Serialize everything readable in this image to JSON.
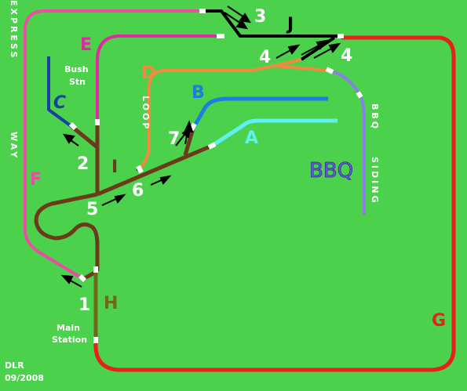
{
  "colors": {
    "background": "#4cd14c",
    "red": "#e8201a",
    "magenta": "#e02aa0",
    "pink": "#e84fa0",
    "navy": "#1a3fa0",
    "brown": "#6b3a1a",
    "orange": "#f08a40",
    "blue": "#1a7fe0",
    "cyan": "#60f0f0",
    "lavender": "#8a7ee8",
    "olive": "#6b6b1a",
    "black": "#000000",
    "white": "#ffffff"
  },
  "labels": {
    "express": "EXPRESS",
    "way": "WAY",
    "bush": "Bush",
    "stn": "Stn",
    "loop": "LOOP",
    "bbq_siding_1": "BBQ",
    "bbq_siding_2": "SIDING",
    "main": "Main",
    "station": "Station",
    "credit_1": "DLR",
    "credit_2": "09/2008",
    "bbq": "BBQ"
  },
  "section_letters": {
    "A": "A",
    "B": "B",
    "C": "C",
    "D": "D",
    "E": "E",
    "F": "F",
    "G": "G",
    "H": "H",
    "I": "I",
    "J": "J"
  },
  "points": {
    "p1": "1",
    "p2": "2",
    "p3": "3",
    "p4a": "4",
    "p4b": "4",
    "p5": "5",
    "p6": "6",
    "p7": "7"
  }
}
